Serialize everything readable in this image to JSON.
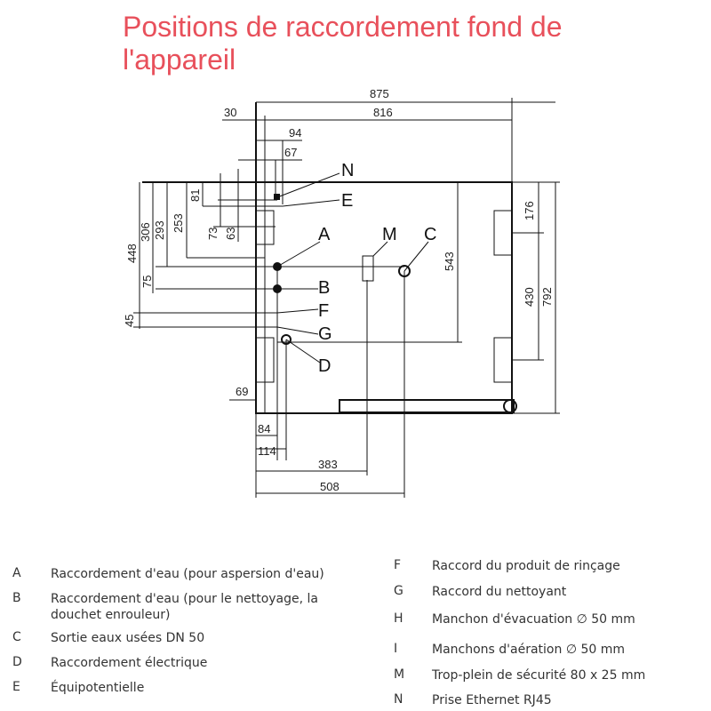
{
  "title": "Positions de raccordement fond de l'appareil",
  "dimensions": {
    "d875": "875",
    "d816": "816",
    "d30": "30",
    "d94": "94",
    "d67": "67",
    "d448": "448",
    "d306": "306",
    "d293": "293",
    "d253": "253",
    "d81": "81",
    "d73": "73",
    "d63": "63",
    "d75": "75",
    "d45": "45",
    "d176": "176",
    "d430": "430",
    "d792": "792",
    "d543": "543",
    "d69": "69",
    "d84": "84",
    "d114": "114",
    "d383": "383",
    "d508": "508"
  },
  "markers": {
    "A": "A",
    "B": "B",
    "C": "C",
    "D": "D",
    "E": "E",
    "F": "F",
    "G": "G",
    "M": "M",
    "N": "N"
  },
  "legend_left": [
    {
      "key": "A",
      "text": "Raccordement d'eau (pour aspersion d'eau)"
    },
    {
      "key": "B",
      "text": "Raccordement d'eau (pour le nettoyage, la douchet enrouleur)"
    },
    {
      "key": "C",
      "text": "Sortie eaux usées DN 50"
    },
    {
      "key": "D",
      "text": "Raccordement électrique"
    },
    {
      "key": "E",
      "text": "Équipotentielle"
    }
  ],
  "legend_right": [
    {
      "key": "F",
      "text": "Raccord du produit de rinçage"
    },
    {
      "key": "G",
      "text": "Raccord du nettoyant"
    },
    {
      "key": "H",
      "text": "Manchon d'évacuation ∅ 50 mm"
    },
    {
      "key": "I",
      "text": "Manchons d'aération ∅ 50 mm"
    },
    {
      "key": "M",
      "text": "Trop-plein de sécurité 80 x 25 mm"
    },
    {
      "key": "N",
      "text": "Prise Ethernet RJ45"
    }
  ]
}
